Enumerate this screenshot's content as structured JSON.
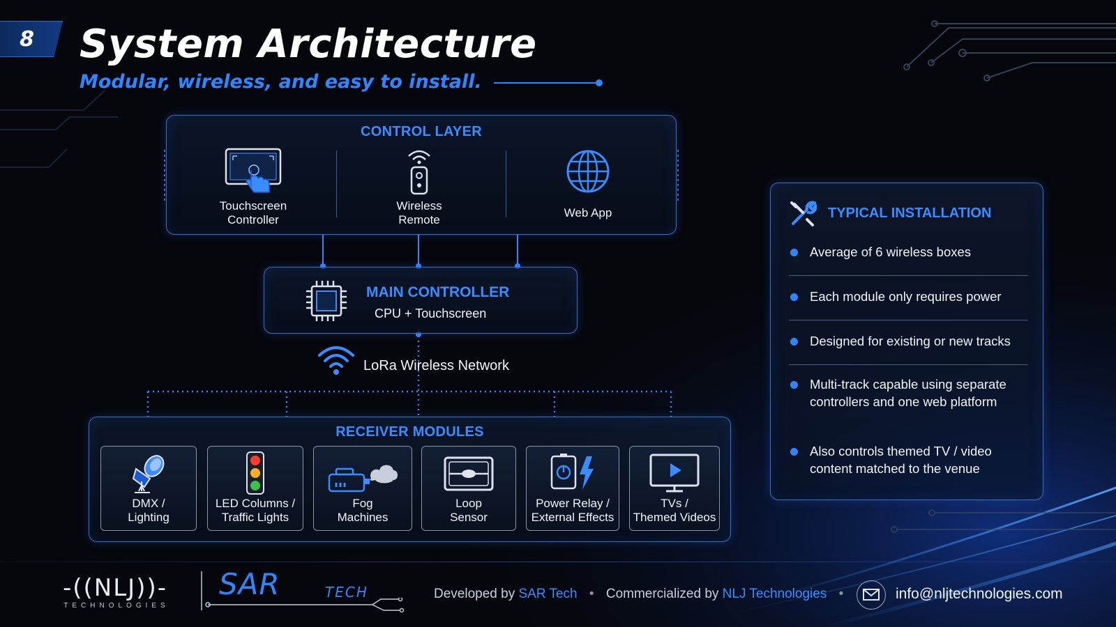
{
  "slide_number": "8",
  "title": "System Architecture",
  "subtitle": "Modular, wireless, and easy to install.",
  "control_layer": {
    "heading": "CONTROL LAYER",
    "items": [
      {
        "label": "Touchscreen\nController",
        "icon": "touchscreen-icon"
      },
      {
        "label": "Wireless\nRemote",
        "icon": "remote-icon"
      },
      {
        "label": "Web App",
        "icon": "globe-icon"
      }
    ]
  },
  "main_controller": {
    "heading": "MAIN CONTROLLER",
    "sub": "CPU + Touchscreen",
    "icon": "cpu-chip-icon"
  },
  "network": {
    "label": "LoRa Wireless Network",
    "icon": "wifi-icon"
  },
  "receiver_modules": {
    "heading": "RECEIVER MODULES",
    "items": [
      {
        "label": "DMX /\nLighting",
        "icon": "spotlight-icon"
      },
      {
        "label": "LED Columns /\nTraffic Lights",
        "icon": "traffic-light-icon"
      },
      {
        "label": "Fog\nMachines",
        "icon": "fog-machine-icon"
      },
      {
        "label": "Loop\nSensor",
        "icon": "loop-sensor-icon"
      },
      {
        "label": "Power Relay /\nExternal Effects",
        "icon": "power-relay-icon"
      },
      {
        "label": "TVs /\nThemed Videos",
        "icon": "tv-play-icon"
      }
    ]
  },
  "typical_installation": {
    "heading": "TYPICAL INSTALLATION",
    "icon": "tools-icon",
    "items": [
      "Average of 6 wireless boxes",
      "Each module only requires power",
      "Designed for existing or new tracks",
      "Multi-track capable using separate controllers and one web platform",
      "Also controls themed TV / video content matched to the venue"
    ]
  },
  "footer": {
    "developed_prefix": "Developed by",
    "developer": "SAR Tech",
    "separator": "•",
    "commercialized_prefix": "Commercialized by",
    "commercializer": "NLJ Technologies",
    "email": "info@nljtechnologies.com",
    "logo_nlj": "-((NLJ))-",
    "logo_nlj_sub": "TECHNOLOGIES",
    "logo_sar": "SAR",
    "logo_sar_sub": "TECH"
  },
  "colors": {
    "accent": "#2f86ff",
    "background": "#05070c",
    "border": "#3f6fc4"
  }
}
